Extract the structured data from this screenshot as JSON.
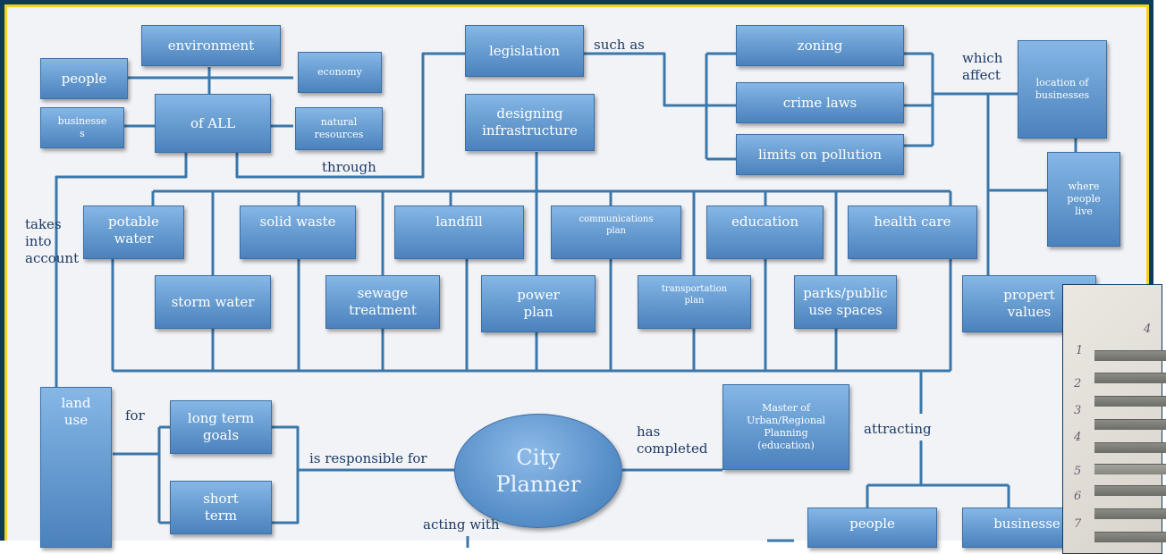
{
  "nodes": {
    "environment": "environment",
    "people_top": "people",
    "economy": "economy",
    "businesses_left": "businesse\ns",
    "of_all": "of ALL",
    "natural_resources": "natural\nresources",
    "legislation": "legislation",
    "designing_infrastructure": "designing\ninfrastructure",
    "zoning": "zoning",
    "crime_laws": "crime laws",
    "limits_on_pollution": "limits on pollution",
    "location_of_businesses": "location of\nbusinesses",
    "where_people_live": "where\npeople\nlive",
    "potable_water": "potable\nwater",
    "solid_waste": "solid waste",
    "landfill": "landfill",
    "communications_plan": "communications\nplan",
    "education": "education",
    "health_care": "health care",
    "storm_water": "storm water",
    "sewage_treatment": "sewage\ntreatment",
    "power_plan": "power\nplan",
    "transportation_plan": "transportation\nplan",
    "parks_public": "parks/public\nuse spaces",
    "property_values": "propert\nvalues",
    "land_use": "land\nuse",
    "long_term_goals": "long term\ngoals",
    "short_term": "short\nterm",
    "city_planner_line1": "City",
    "city_planner_line2": "Planner",
    "master": "Master of\nUrban/Regional\nPlanning\n(education)",
    "people_bottom": "people",
    "businesses_bottom": "businesse"
  },
  "labels": {
    "such_as": "such as",
    "which_affect": "which\naffect",
    "through": "through",
    "takes_into_account": "takes\ninto\naccount",
    "for": "for",
    "is_responsible_for": "is responsible for",
    "has_completed": "has\ncompleted",
    "attracting": "attracting",
    "acting_with": "acting with"
  },
  "photo_marks": {
    "column": "4",
    "rows": [
      "1",
      "2",
      "3",
      "4",
      "5",
      "6",
      "7"
    ]
  },
  "colors": {
    "frame": "#0e3a5c",
    "border": "#f3d21c",
    "box_top": "#86b7e6",
    "box_bottom": "#4b82bd",
    "connector": "#3a77aa",
    "label_text": "#1b3a63"
  }
}
